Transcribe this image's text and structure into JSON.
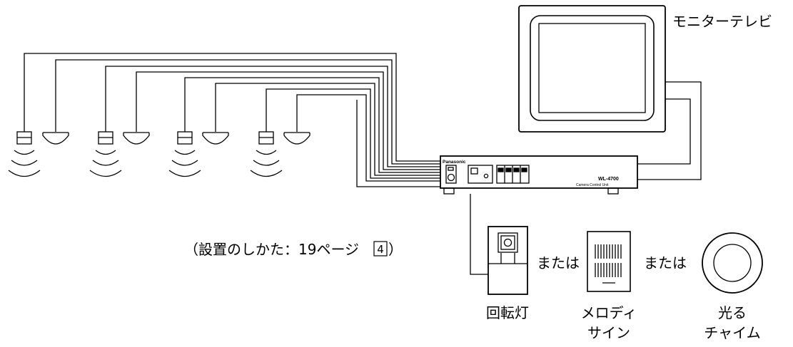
{
  "labels": {
    "monitor": "モニターテレビ",
    "install_ref": "（設置のしかた：19ページ",
    "install_ref_num": "4",
    "install_ref_close": "）",
    "or_1": "または",
    "or_2": "または",
    "rotating_lamp": "回転灯",
    "melody_line1": "メロディ",
    "melody_line2": "サイン",
    "chime_line1": "光る",
    "chime_line2": "チャイム"
  },
  "control_unit": {
    "brand": "Panasonic",
    "subtitle": "Camera Control Unit",
    "model": "WL-4700"
  },
  "colors": {
    "line": "#000000",
    "background": "#ffffff"
  }
}
